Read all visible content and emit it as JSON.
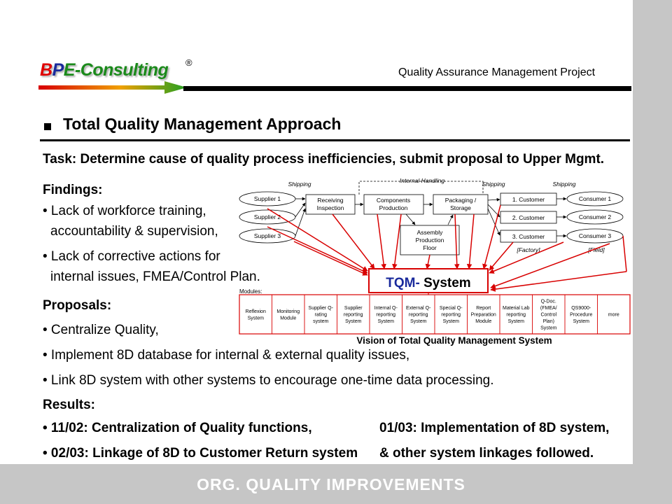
{
  "footer": {
    "text": "ORG. QUALITY IMPROVEMENTS"
  },
  "logo": {
    "part_b": "B",
    "part_p": "P",
    "part_e": "E",
    "part_rest": "-Consulting",
    "registered": "®"
  },
  "header": {
    "project_title": "Quality Assurance Management Project"
  },
  "section": {
    "title": "Total Quality Management Approach"
  },
  "task": {
    "text": "Task: Determine cause of quality process inefficiencies, submit proposal to Upper Mgmt."
  },
  "findings": {
    "heading": "Findings:",
    "line1": "• Lack of workforce training,",
    "line2": "accountability & supervision,",
    "line3": "• Lack of corrective actions for",
    "line4": "internal issues, FMEA/Control Plan."
  },
  "proposals": {
    "heading": "Proposals:",
    "items": [
      "• Centralize Quality,",
      "• Implement 8D database for internal & external quality issues,",
      "• Link 8D system with other systems to encourage one-time data processing."
    ]
  },
  "results": {
    "heading": "Results:",
    "r1a": "• 11/02: Centralization of Quality functions,",
    "r1b": "01/03: Implementation of 8D system,",
    "r2a": "• 02/03: Linkage of 8D to Customer Return system",
    "r2b": "& other system linkages followed."
  },
  "diagram": {
    "labels": {
      "shipping_1": "Shipping",
      "internal_handling": "Internal Handling",
      "shipping_2": "Shipping",
      "shipping_3": "Shipping",
      "factory": "[Factory]",
      "field": "[Field]",
      "modules": "Modules:"
    },
    "suppliers": [
      "Supplier 1",
      "Supplier 2",
      "Supplier 3"
    ],
    "consumers": [
      "Consumer 1",
      "Consumer 2",
      "Consumer 3"
    ],
    "customers": [
      "1. Customer",
      "2. Customer",
      "3. Customer"
    ],
    "receiving": [
      "Receiving",
      "Inspection"
    ],
    "components": [
      "Components",
      "Production"
    ],
    "packaging": [
      "Packaging /",
      "Storage"
    ],
    "assembly": [
      "Assembly",
      "Production",
      "Floor"
    ],
    "tqm": {
      "prefix": "TQM-",
      "suffix": " System"
    },
    "modules": [
      [
        "Reflexion",
        "System"
      ],
      [
        "Monitoring",
        "Module"
      ],
      [
        "Supplier Q-",
        "rating",
        "system"
      ],
      [
        "Supplier",
        "reporting",
        "System"
      ],
      [
        "Internal Q-",
        "reporting",
        "System"
      ],
      [
        "External Q-",
        "reporting",
        "System"
      ],
      [
        "Special Q-",
        "reporting",
        "System"
      ],
      [
        "Report",
        "Preparation",
        "Module"
      ],
      [
        "Material Lab",
        "reporting",
        "System"
      ],
      [
        "Q-Doc.",
        "(FMEA/",
        "Control",
        "Plan)",
        "System"
      ],
      [
        "QS9000-",
        "Procedure",
        "System"
      ],
      [
        "more"
      ]
    ],
    "caption": "Vision of Total Quality Management System"
  },
  "colors": {
    "arrow_red": "#d80000",
    "tqm_blue": "#1a2a9c",
    "bar_gray": "#c6c6c6",
    "logo_green": "#1b8a1b"
  }
}
